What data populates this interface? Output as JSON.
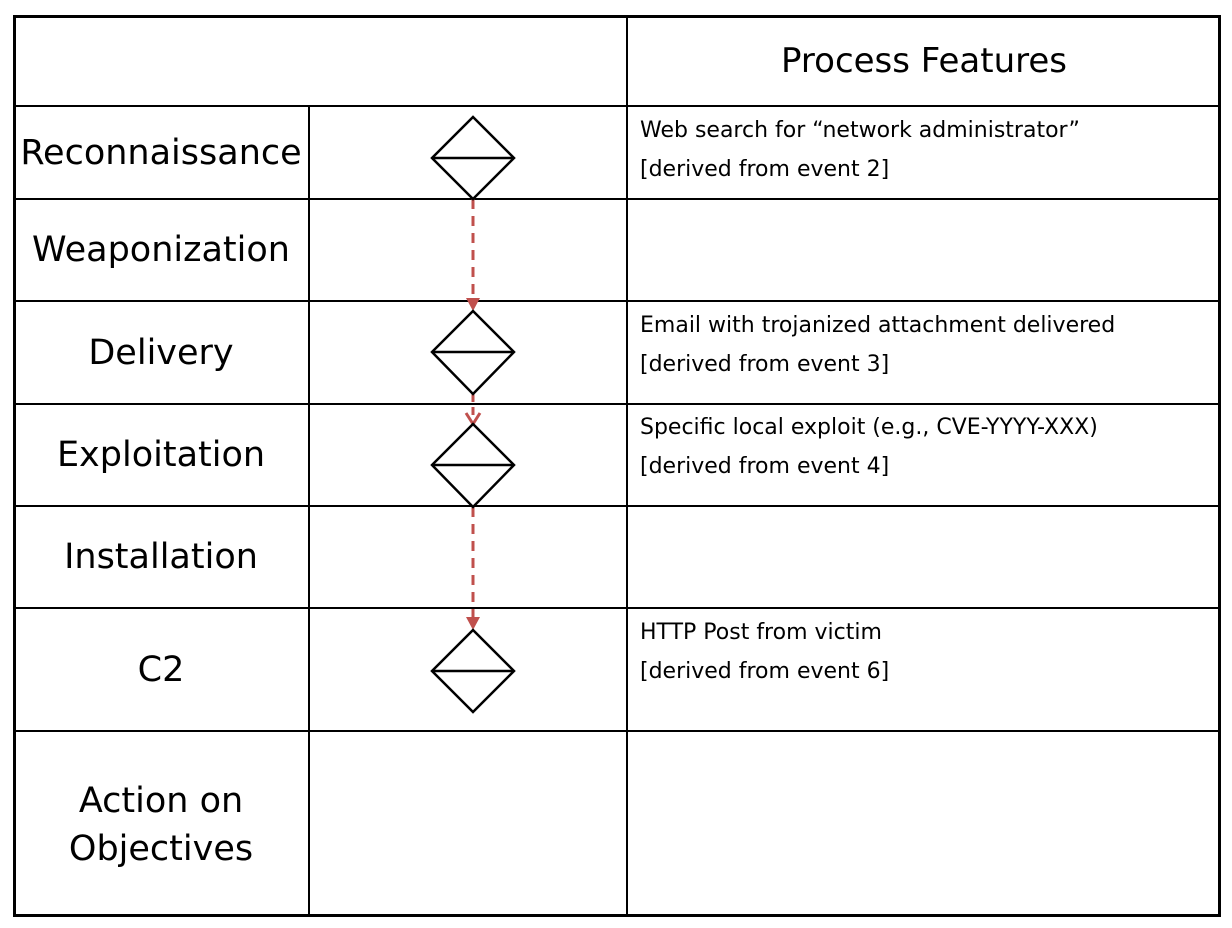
{
  "header": {
    "title": "Process Features"
  },
  "stages": [
    {
      "id": "reconnaissance",
      "label": "Reconnaissance",
      "feature": "Web search for “network administrator”",
      "derived": "[derived from event 2]"
    },
    {
      "id": "weaponization",
      "label": "Weaponization",
      "feature": "",
      "derived": ""
    },
    {
      "id": "delivery",
      "label": "Delivery",
      "feature": "Email with trojanized attachment delivered",
      "derived": "[derived from event 3]"
    },
    {
      "id": "exploitation",
      "label": "Exploitation",
      "feature": "Specific local exploit (e.g., CVE-YYYY-XXX)",
      "derived": "[derived from event 4]"
    },
    {
      "id": "installation",
      "label": "Installation",
      "feature": "",
      "derived": ""
    },
    {
      "id": "c2",
      "label": "C2",
      "feature": "HTTP Post from victim",
      "derived": "[derived from event 6]"
    },
    {
      "id": "action-on-objectives",
      "label": "Action on Objectives",
      "label_line1": "Action on",
      "label_line2": "Objectives",
      "feature": "",
      "derived": ""
    }
  ],
  "colors": {
    "grid": "#000000",
    "arrow": "#c0504d",
    "diamond_stroke": "#000000"
  }
}
